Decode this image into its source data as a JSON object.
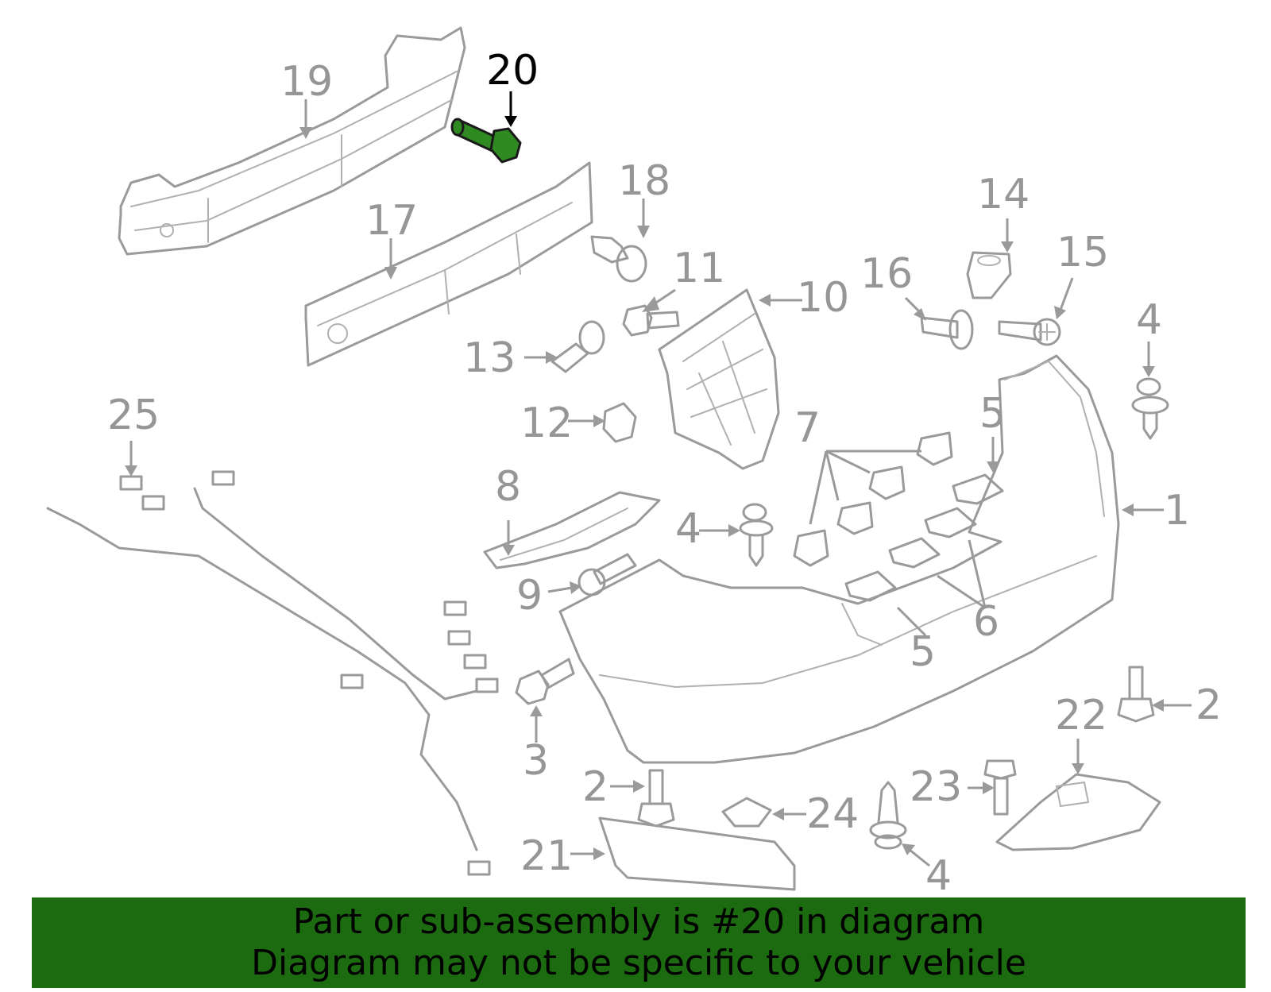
{
  "callouts": {
    "c1": "1",
    "c2a": "2",
    "c2b": "2",
    "c3": "3",
    "c4a": "4",
    "c4b": "4",
    "c4c": "4",
    "c5a": "5",
    "c5b": "5",
    "c6": "6",
    "c7": "7",
    "c8": "8",
    "c9": "9",
    "c10": "10",
    "c11": "11",
    "c12": "12",
    "c13": "13",
    "c14": "14",
    "c15": "15",
    "c16": "16",
    "c17": "17",
    "c18": "18",
    "c19": "19",
    "c20": "20",
    "c21": "21",
    "c22": "22",
    "c23": "23",
    "c24": "24",
    "c25": "25"
  },
  "highlight": {
    "part_number": "20",
    "color": "#2f8a22"
  },
  "banner": {
    "line1": "Part or sub-assembly is #20 in diagram",
    "line2": "Diagram may not be specific to your vehicle",
    "background": "#1d6b11"
  }
}
